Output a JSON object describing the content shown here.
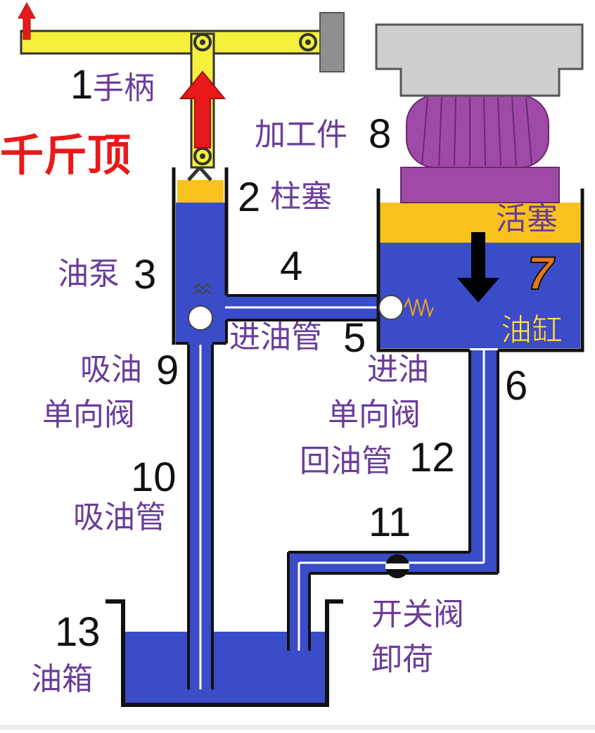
{
  "title": "千斤顶",
  "colors": {
    "oil": "#3a4cc8",
    "handle": "#f4f03c",
    "plunger": "#f8c21c",
    "workpiece": "#a04aa8",
    "press": "#cfcfcf",
    "label": "#6a3d9a",
    "title": "#e8191a",
    "arrow": "#e8191a"
  },
  "labels": {
    "handle": "手柄",
    "plunger": "柱塞",
    "pump": "油泵",
    "inlet_pipe": "进油管",
    "inlet_check_1": "进油",
    "inlet_check_2": "单向阀",
    "piston": "活塞",
    "cylinder": "油缸",
    "workpiece": "加工件",
    "suction_check_1": "吸油",
    "suction_check_2": "单向阀",
    "suction_pipe": "吸油管",
    "return_pipe": "回油管",
    "switch_valve": "开关阀",
    "unload": "卸荷",
    "tank": "油箱"
  },
  "numbers": {
    "n1": "1",
    "n2": "2",
    "n3": "3",
    "n4": "4",
    "n5": "5",
    "n6": "6",
    "n7": "7",
    "n8": "8",
    "n9": "9",
    "n10": "10",
    "n11": "11",
    "n12": "12",
    "n13": "13"
  }
}
